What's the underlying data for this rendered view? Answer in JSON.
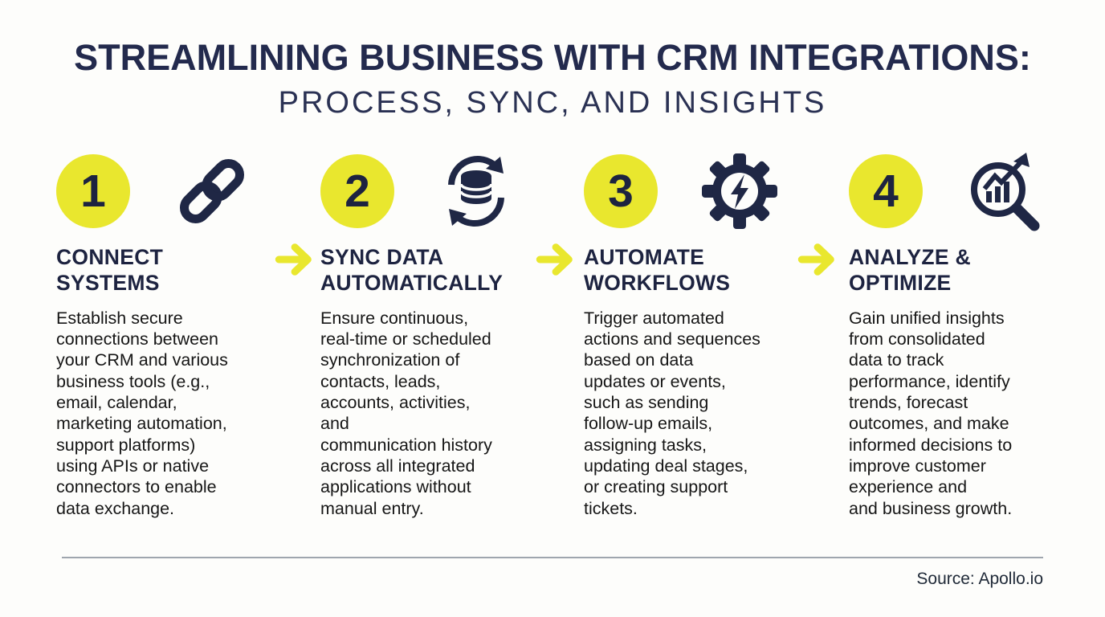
{
  "title": {
    "line1": "STREAMLINING BUSINESS WITH CRM INTEGRATIONS:",
    "line2": "PROCESS, SYNC, AND INSIGHTS"
  },
  "colors": {
    "background": "#fdfdfb",
    "navy": "#1d2340",
    "yellow": "#e9e72e",
    "body_text": "#161616",
    "divider": "#9fa6ae"
  },
  "steps": [
    {
      "number": "1",
      "icon": "chain-link-icon",
      "heading": "CONNECT\nSYSTEMS",
      "body": "Establish secure\nconnections between\nyour CRM and various\nbusiness tools (e.g.,\nemail, calendar,\nmarketing automation,\nsupport platforms)\nusing APIs or native\nconnectors to enable\ndata exchange."
    },
    {
      "number": "2",
      "icon": "sync-database-icon",
      "heading": "SYNC DATA\nAUTOMATICALLY",
      "body": "Ensure continuous,\nreal-time or scheduled\nsynchronization of\ncontacts, leads,\naccounts, activities,\nand\ncommunication history\nacross all integrated\napplications without\nmanual entry."
    },
    {
      "number": "3",
      "icon": "gear-lightning-icon",
      "heading": "AUTOMATE\nWORKFLOWS",
      "body": "Trigger automated\nactions and sequences\nbased on data\nupdates or events,\nsuch as sending\nfollow-up emails,\nassigning tasks,\nupdating deal stages,\nor creating support\ntickets."
    },
    {
      "number": "4",
      "icon": "magnifier-chart-icon",
      "heading": "ANALYZE &\nOPTIMIZE",
      "body": "Gain unified insights\nfrom consolidated\ndata to track\nperformance, identify\ntrends, forecast\noutcomes, and make\ninformed decisions to\nimprove customer\nexperience and\nand business growth."
    }
  ],
  "footer": {
    "source": "Source: Apollo.io"
  }
}
